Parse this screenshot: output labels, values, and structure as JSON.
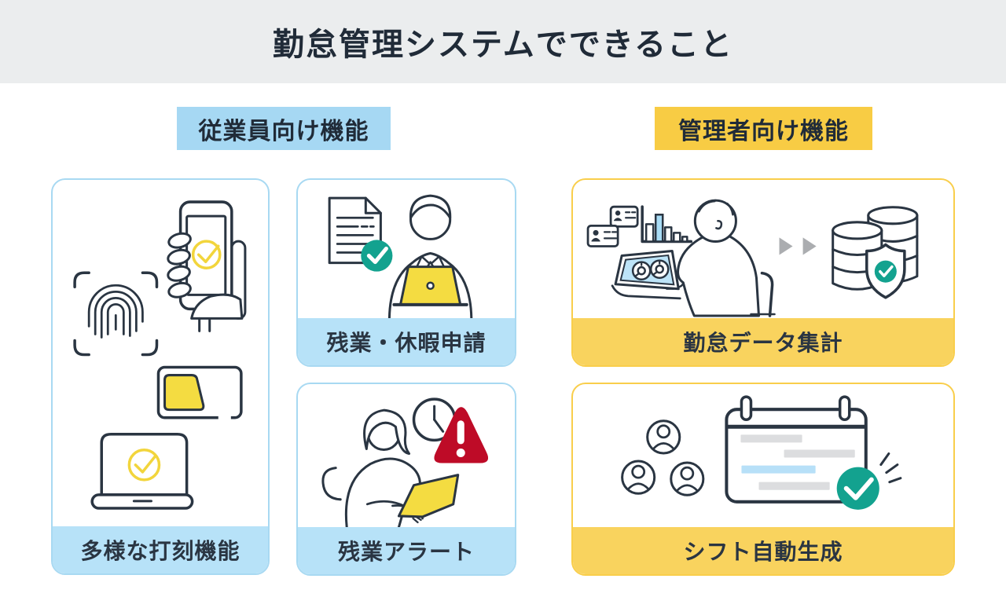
{
  "header": {
    "title": "勤怠管理システムでできること"
  },
  "sections": {
    "employee": {
      "label": "従業員向け機能"
    },
    "manager": {
      "label": "管理者向け機能"
    }
  },
  "cards": {
    "punch": {
      "label": "多様な打刻機能",
      "icons": [
        "fingerprint-scan",
        "smartphone-check",
        "ic-card",
        "laptop-check"
      ]
    },
    "request": {
      "label": "残業・休暇申請",
      "icons": [
        "approved-document",
        "employee-at-laptop"
      ]
    },
    "alert": {
      "label": "残業アラート",
      "icons": [
        "woman-at-laptop",
        "clock",
        "alert-triangle"
      ]
    },
    "aggregate": {
      "label": "勤怠データ集計",
      "icons": [
        "id-cards",
        "bar-chart",
        "analytics-laptop",
        "manager-at-desk",
        "transfer-arrows",
        "database-shield"
      ]
    },
    "shift": {
      "label": "シフト自動生成",
      "icons": [
        "staff-avatars",
        "shift-calendar"
      ]
    }
  },
  "colors": {
    "ink": "#2A3542",
    "title": "#202B38",
    "header_bg": "#EBEDEE",
    "blue_label": "#A6D8F3",
    "blue_footer": "#B7E2F8",
    "blue_border": "#A8D9F2",
    "yellow_label": "#F8CC44",
    "yellow_footer": "#F9D35E",
    "yellow_border": "#F9CE4B",
    "teal": "#13A28F",
    "red": "#BE0B27",
    "icon_yellow": "#F4DC41",
    "check_yellow": "#F2D53C",
    "arrow_gray": "#ABADB0",
    "bar_gray": "#DCDDDF",
    "bar_blue": "#B7E0F8",
    "screen_blue": "#BDE4F8",
    "lightblue_fill": "#A9DCF5"
  }
}
